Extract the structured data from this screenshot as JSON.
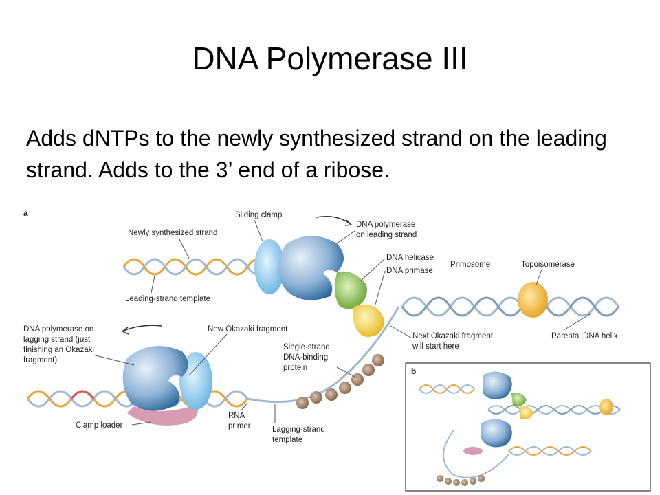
{
  "slide": {
    "title": "DNA Polymerase III",
    "body": "Adds dNTPs to the newly synthesized strand on the leading strand. Adds to the 3’ end of a ribose."
  },
  "figure": {
    "panel_a": "a",
    "panel_b": "b",
    "labels": {
      "sliding_clamp": "Sliding clamp",
      "newly_synthesized_strand": "Newly synthesized strand",
      "dna_polymerase_leading_1": "DNA polymerase",
      "dna_polymerase_leading_2": "on leading strand",
      "dna_helicase": "DNA helicase",
      "dna_primase": "DNA primase",
      "primosome": "Primosome",
      "topoisomerase": "Topoisomerase",
      "leading_strand_template": "Leading-strand template",
      "dna_polymerase_lagging_1": "DNA polymerase on",
      "dna_polymerase_lagging_2": "lagging strand (just",
      "dna_polymerase_lagging_3": "finishing an Okazaki",
      "dna_polymerase_lagging_4": "fragment)",
      "new_okazaki_fragment": "New Okazaki fragment",
      "next_okazaki_1": "Next Okazaki fragment",
      "next_okazaki_2": "will start here",
      "parental_dna_helix": "Parental DNA helix",
      "ssb_1": "Single-strand",
      "ssb_2": "DNA-binding",
      "ssb_3": "protein",
      "clamp_loader": "Clamp loader",
      "rna_primer_1": "RNA",
      "rna_primer_2": "primer",
      "lagging_template_1": "Lagging-strand",
      "lagging_template_2": "template"
    },
    "colors": {
      "polymerase": "#8fb3d6",
      "clamp": "#a8d4ee",
      "helicase": "#8cc63f",
      "primase": "#f5d33a",
      "topoisomerase": "#f3b52b",
      "clamp_loader": "#d79cb1",
      "strand_orange": "#e8a33b",
      "strand_blue": "#9fb7d2",
      "ssb": "#8a6a52",
      "rna_primer": "#d9534f"
    }
  }
}
